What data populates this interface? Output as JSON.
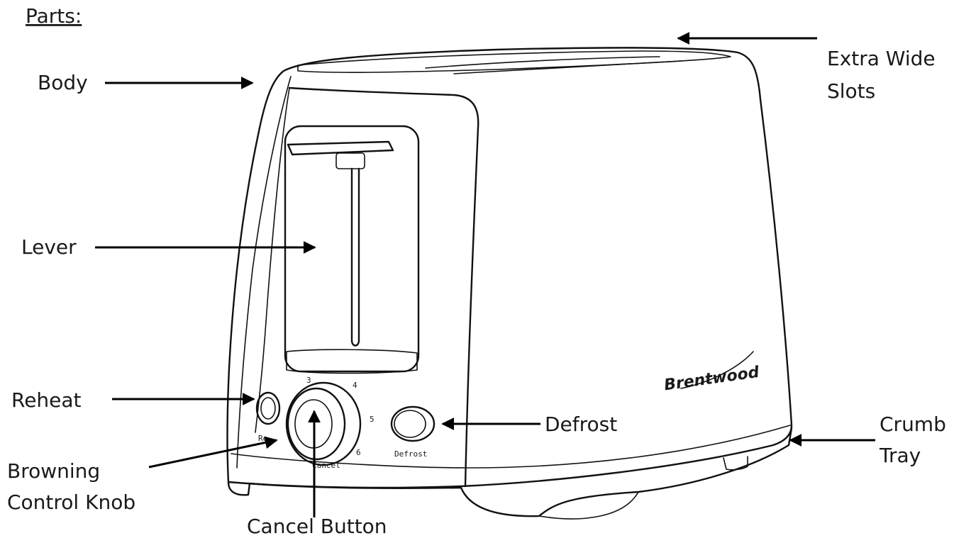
{
  "heading": "Parts:",
  "labels": {
    "body": "Body",
    "slots_line1": "Extra Wide",
    "slots_line2": "Slots",
    "lever": "Lever",
    "reheat": "Reheat",
    "knob_line1": "Browning",
    "knob_line2": "Control Knob",
    "cancel": "Cancel Button",
    "defrost": "Defrost",
    "crumb_line1": "Crumb",
    "crumb_line2": "Tray"
  },
  "device_text": {
    "brand": "Brentwood",
    "dial_3": "3",
    "dial_4": "4",
    "dial_5": "5",
    "dial_6": "6",
    "cancel_small": "Cancel",
    "defrost_small": "Defrost"
  }
}
